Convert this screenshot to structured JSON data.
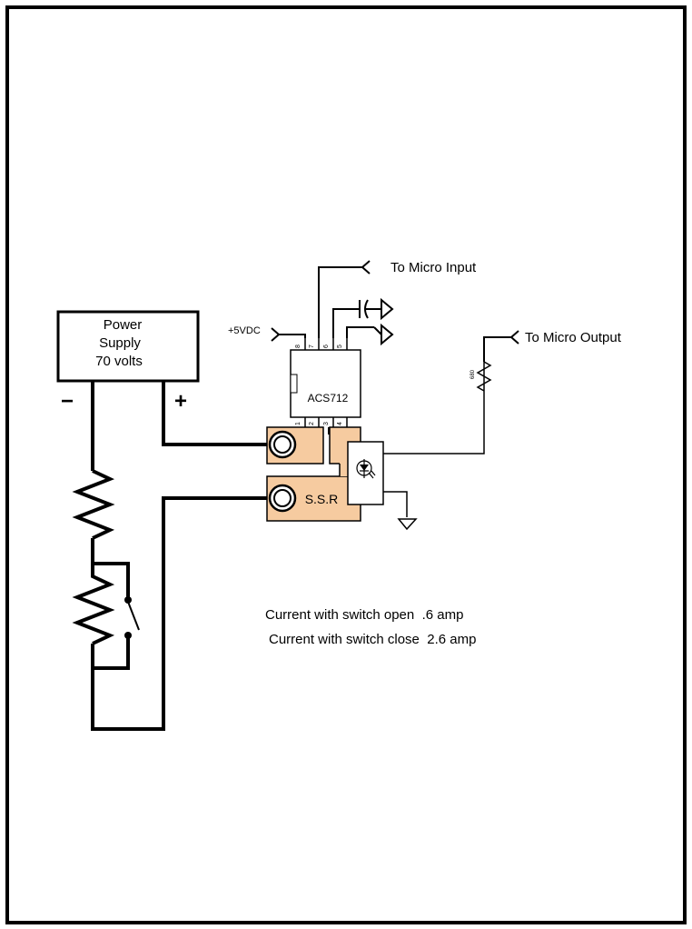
{
  "power_supply": {
    "line1": "Power",
    "line2": "Supply",
    "line3": "70 volts",
    "minus": "−",
    "plus": "+"
  },
  "sensor": {
    "name": "ACS712",
    "pins_top": [
      "8",
      "7",
      "6",
      "5"
    ],
    "pins_bottom": [
      "1",
      "2",
      "3",
      "4"
    ],
    "supply_label": "+5VDC"
  },
  "ssr": {
    "name": "S.S.R"
  },
  "signals": {
    "micro_input": "To Micro Input",
    "micro_output": "To Micro Output",
    "resistor_value": "680"
  },
  "notes": {
    "open": "Current with switch open  .6 amp",
    "closed": "Current with switch close  2.6 amp"
  },
  "colors": {
    "terminal_fill": "#f6cba0",
    "wire": "#000000"
  }
}
